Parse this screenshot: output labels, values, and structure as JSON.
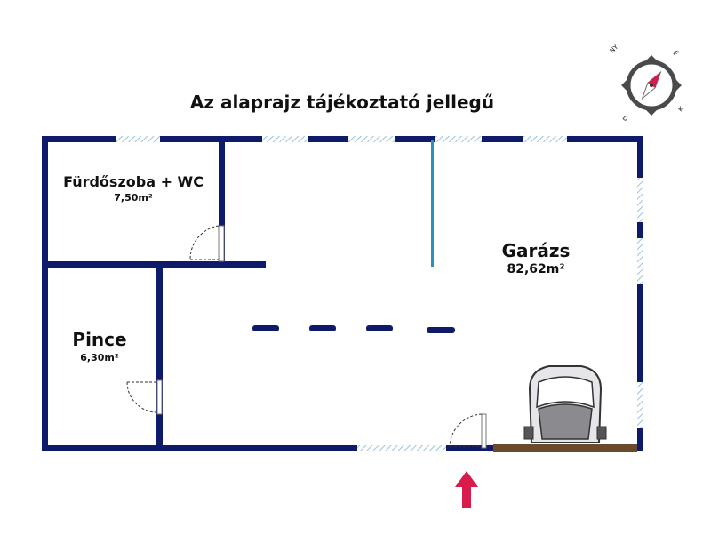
{
  "header": {
    "title": "Az alaprajz tájékoztató jellegű"
  },
  "compass": {
    "labels": [
      "NY",
      "É",
      "D",
      "K"
    ]
  },
  "rooms": [
    {
      "id": "furdoszoba",
      "name": "Fürdőszoba + WC",
      "area": "7,50m²"
    },
    {
      "id": "pince",
      "name": "Pince",
      "area": "6,30m²"
    },
    {
      "id": "garazs",
      "name": "Garázs",
      "area": "82,62m²"
    }
  ],
  "colors": {
    "wall": "#0e1b6b",
    "window": "#7fb0d6",
    "partition": "#2b8fc0",
    "entrance_arrow": "#d81b4a",
    "garage_door": "#6b4a2b"
  },
  "icons": [
    "compass-icon",
    "car-icon",
    "entrance-arrow-icon"
  ]
}
